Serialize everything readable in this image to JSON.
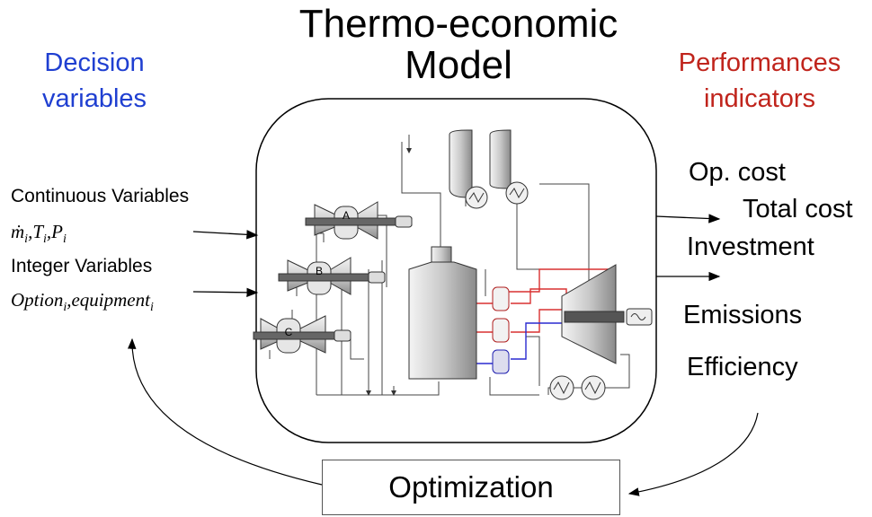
{
  "title": {
    "line1": "Thermo-economic",
    "line2": "Model"
  },
  "left_heading": {
    "line1": "Decision",
    "line2": "variables"
  },
  "right_heading": {
    "line1": "Performances",
    "line2": "indicators"
  },
  "inputs": {
    "continuous_label": "Continuous Variables",
    "continuous_math": {
      "m": "ṁ",
      "i1": "i",
      "sep1": ",",
      "T": "T",
      "i2": "i",
      "sep2": ",",
      "P": "P",
      "i3": "i"
    },
    "integer_label": "Integer Variables",
    "integer_math": {
      "option": "Option",
      "i1": "i",
      "sep": ",",
      "equipment": "equipment",
      "i2": "i"
    }
  },
  "outputs": [
    "Op. cost",
    "Total cost",
    "Investment",
    "Emissions",
    "Efficiency"
  ],
  "turbine_labels": [
    "A",
    "B",
    "C"
  ],
  "optimization_label": "Optimization",
  "colors": {
    "blue_text": "#1f3fd1",
    "red_text": "#c0241c",
    "hot_stream": "#d93030",
    "cold_stream": "#2a2ad0"
  }
}
